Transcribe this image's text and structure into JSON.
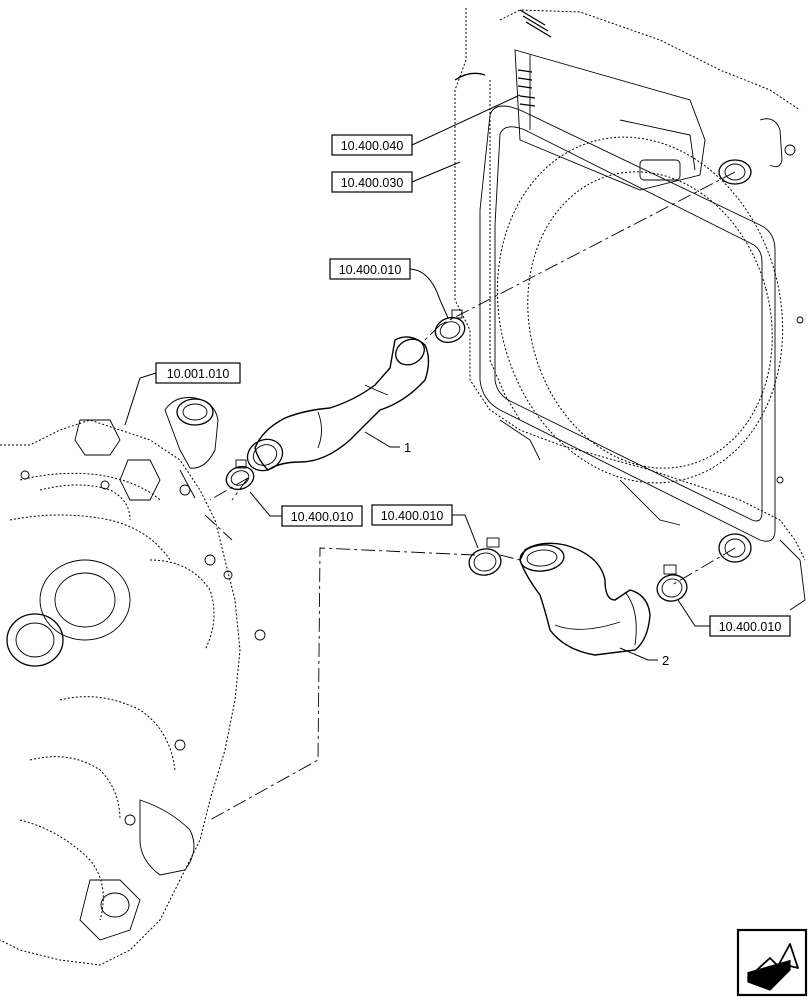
{
  "references": {
    "radiator_upper": "10.400.040",
    "radiator_lower": "10.400.030",
    "clamp_top": "10.400.010",
    "engine": "10.001.010",
    "clamp_engine": "10.400.010",
    "clamp_lower_left": "10.400.010",
    "clamp_lower_right": "10.400.010"
  },
  "items": {
    "hose_1": "1",
    "hose_2": "2"
  }
}
